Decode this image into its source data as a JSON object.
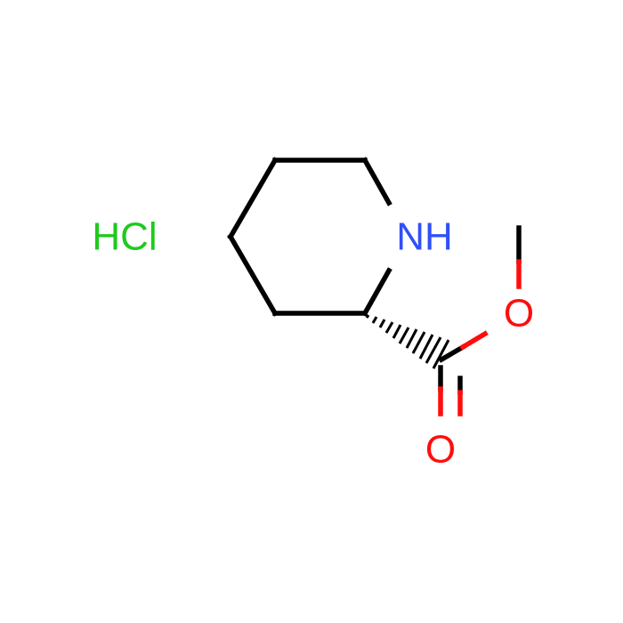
{
  "molecule": {
    "atoms": {
      "nh": "NH",
      "o_ester": "O",
      "o_carbonyl": "O",
      "salt": "HCl"
    },
    "colors": {
      "bond": "#000000",
      "nitrogen": "#3050f8",
      "oxygen": "#ff0d0d",
      "chlorine": "#1fc91f"
    }
  }
}
